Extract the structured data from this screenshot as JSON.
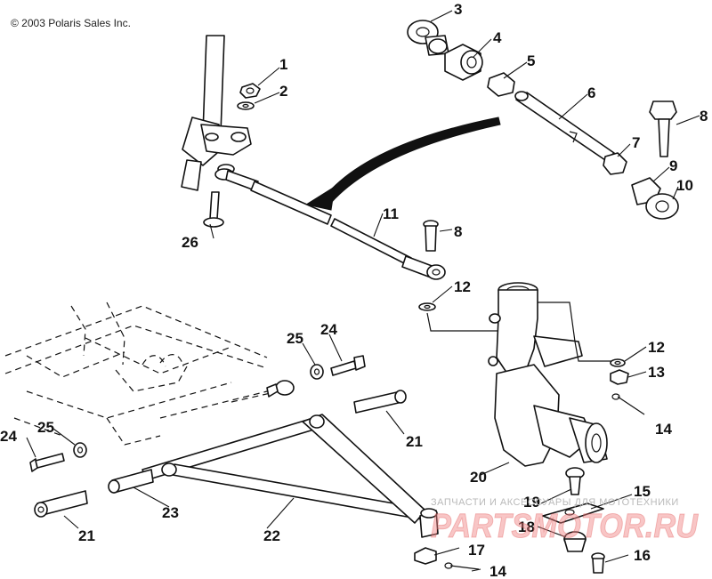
{
  "copyright": "© 2003 Polaris Sales Inc.",
  "callouts": {
    "c1": "1",
    "c2": "2",
    "c3": "3",
    "c4": "4",
    "c5": "5",
    "c6": "6",
    "c7": "7",
    "c8a": "8",
    "c8b": "8",
    "c9": "9",
    "c10": "10",
    "c11": "11",
    "c12a": "12",
    "c12b": "12",
    "c13": "13",
    "c14a": "14",
    "c14b": "14",
    "c15": "15",
    "c16": "16",
    "c17": "17",
    "c18": "18",
    "c19": "19",
    "c20": "20",
    "c21a": "21",
    "c21b": "21",
    "c22": "22",
    "c23": "23",
    "c24a": "24",
    "c24b": "24",
    "c25a": "25",
    "c25b": "25",
    "c26": "26"
  },
  "watermark": {
    "text": "ЗАПЧАСТИ И АКСЕССУАРЫ ДЛЯ МОТОТЕХНИКИ",
    "logo": "PARTSMOTOR.RU"
  }
}
